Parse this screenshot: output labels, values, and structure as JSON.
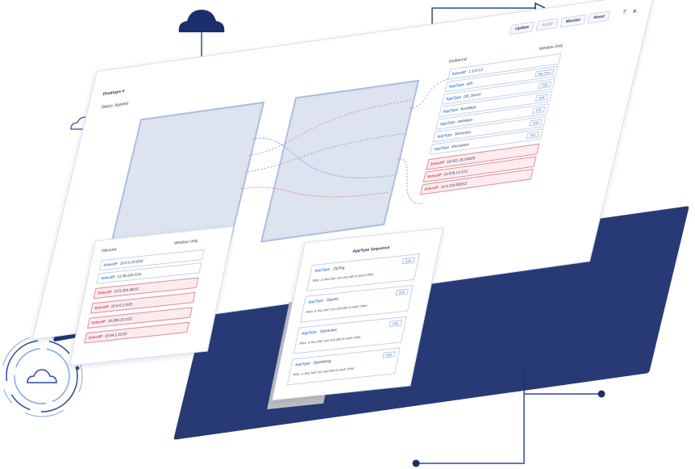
{
  "toolbar": {
    "update": "Update",
    "apply": "Apply",
    "monitor": "Monitor",
    "reset": "Reset",
    "help_icon": "?",
    "close_icon": "✕"
  },
  "main": {
    "title": "Desktops",
    "status": "Status: Applied"
  },
  "outbound": {
    "heading": "Outbound",
    "column": "Window Only",
    "rows": [
      {
        "tag": "SelectIP",
        "value": "1 0 0 0 0",
        "kind": "normal"
      },
      {
        "tag": "AppType",
        "value": "ARI",
        "btn": "Big Data",
        "kind": "normal"
      },
      {
        "tag": "AppType",
        "value": "DB_Server",
        "btn": "Edit",
        "kind": "normal"
      },
      {
        "tag": "AppType",
        "value": "Bundlepa",
        "btn": "Edit",
        "kind": "normal"
      },
      {
        "tag": "AppType",
        "value": "webApps",
        "btn": "Edit",
        "kind": "normal"
      },
      {
        "tag": "AppType",
        "value": "Servicepa",
        "btn": "Edit",
        "kind": "normal"
      },
      {
        "tag": "AppType",
        "value": "Microplace",
        "btn": "Edit",
        "kind": "normal"
      },
      {
        "tag": "SelectIP",
        "value": "10.031.16.249/20",
        "kind": "red"
      },
      {
        "tag": "SelectIP",
        "value": "10.076.13.2/12",
        "kind": "red"
      },
      {
        "tag": "SelectIP",
        "value": "10.0.100.005/12",
        "kind": "red"
      }
    ]
  },
  "inbound": {
    "heading": "Inbound",
    "column": "Window Only",
    "rows": [
      {
        "tag": "SelectIP",
        "value": "10.0.0.19.0/24",
        "kind": "normal"
      },
      {
        "tag": "SelectIP",
        "value": "12.08.204.0/24",
        "kind": "normal"
      },
      {
        "tag": "SelectIP",
        "value": "10.5.204.48/10",
        "kind": "red"
      },
      {
        "tag": "SelectIP",
        "value": "10.6.6.1.0/26",
        "kind": "red"
      },
      {
        "tag": "SelectIP",
        "value": "10.006.10.1/32",
        "kind": "red"
      },
      {
        "tag": "SelectIP",
        "value": "10.64.2.31/32",
        "kind": "red"
      }
    ]
  },
  "sequence": {
    "title": "AppType Sequence",
    "cards": [
      {
        "tag": "AppType",
        "name": "ZipSng",
        "btn": "Edit",
        "desc": "Wko, w thru ban can real talk to each other"
      },
      {
        "tag": "AppType",
        "name": "OppInfi",
        "btn": "Edit",
        "desc": "Wko, w thru ban can real talk to each other"
      },
      {
        "tag": "AppType",
        "name": "OpsSuites",
        "btn": "Edit",
        "desc": "Wko, w thru ban can real talk to each other"
      },
      {
        "tag": "AppType",
        "name": "OpsWiking",
        "btn": "Edit",
        "desc": "Wko, w thru ban can real talk to each other"
      }
    ]
  },
  "colors": {
    "navy": "#1b2f6e",
    "line": "#2c4a9a",
    "accent": "#3f7fe0",
    "alert": "#d54b5c",
    "frame": "#a9bde3"
  }
}
